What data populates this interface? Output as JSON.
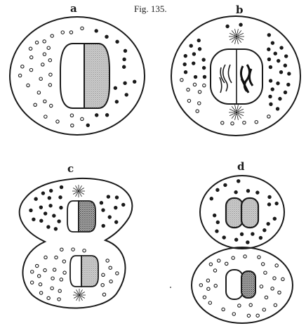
{
  "figure": {
    "title": "Fig. 135.",
    "panels": [
      {
        "label": "a"
      },
      {
        "label": "b"
      },
      {
        "label": "c"
      },
      {
        "label": "d"
      }
    ]
  },
  "colors": {
    "ink": "#1a1a1a",
    "paper": "#ffffff",
    "stipple": "#bdbdbd"
  }
}
